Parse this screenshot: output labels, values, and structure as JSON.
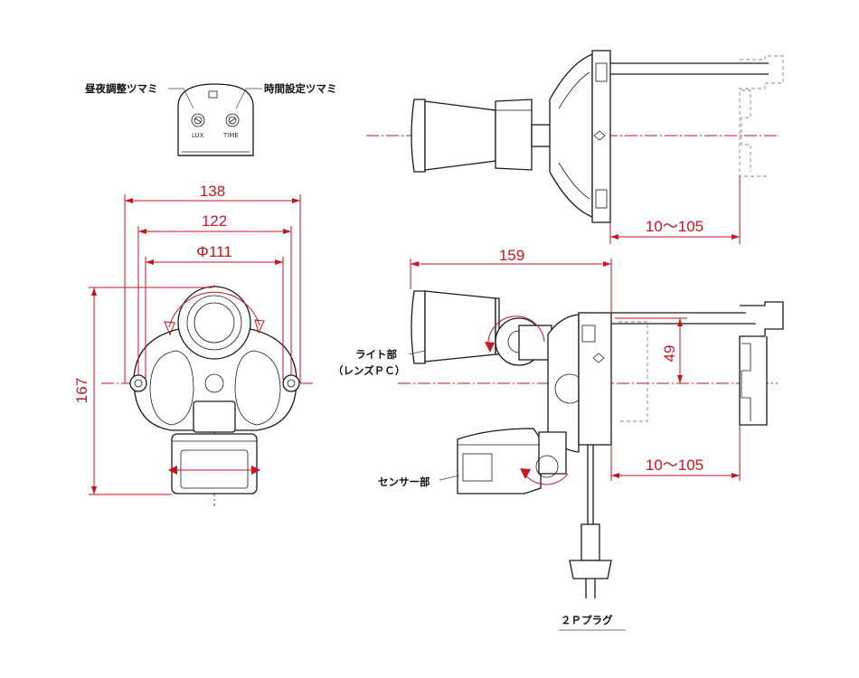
{
  "dimensions": {
    "overall_width": "138",
    "mount_width": "122",
    "phi_diameter": "Φ111",
    "overall_height": "167",
    "top_depth_range": "10〜105",
    "side_depth": "159",
    "arm_height": "49",
    "bottom_depth_range": "10〜105"
  },
  "labels": {
    "knob_lux": "昼夜調整ツマミ",
    "knob_time": "時間設定ツマミ",
    "light_part": "ライト部",
    "light_material": "（レンズＰＣ）",
    "sensor_part": "センサー部",
    "plug": "２Ｐプラグ"
  },
  "panel_marks": {
    "lux": "LUX",
    "time": "TIME"
  },
  "colors": {
    "dimension": "#c8161d",
    "outline": "#1a1a1a",
    "phantom": "#888888"
  }
}
